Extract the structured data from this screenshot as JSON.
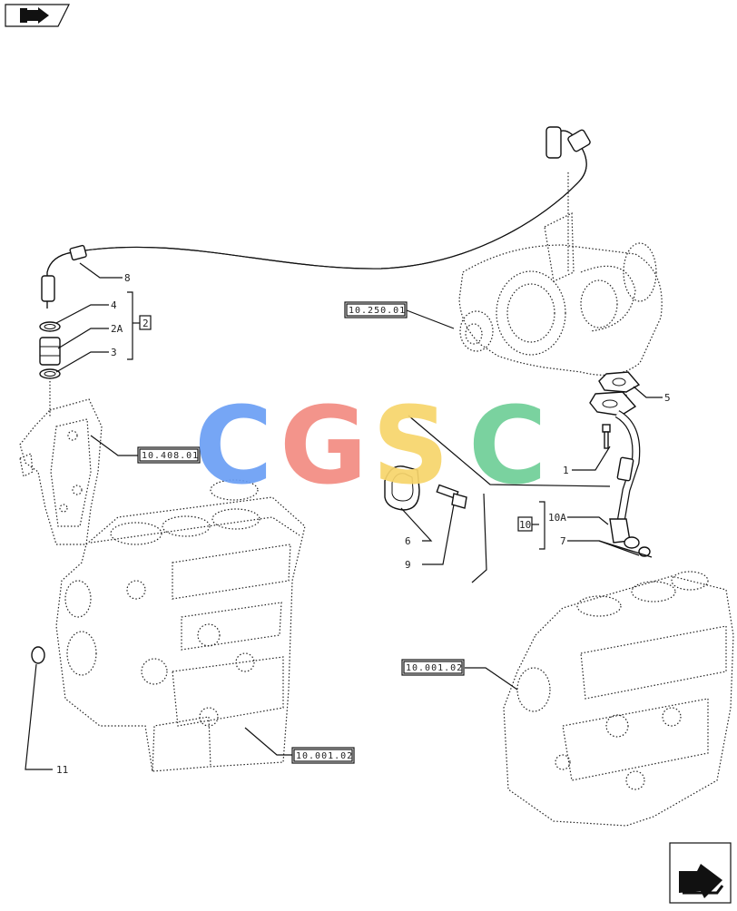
{
  "watermark": {
    "letters": [
      "C",
      "G",
      "S",
      "C"
    ],
    "colors": [
      "#6b9ff5",
      "#f28b82",
      "#f7d56b",
      "#6fcf97"
    ]
  },
  "icons": {
    "top_left": "book-arrow-icon",
    "bottom_right": "next-page-arrow-icon"
  },
  "reference_boxes": [
    "10.250.01",
    "10.408.01",
    "10.001.02",
    "10.001.02"
  ],
  "callouts": {
    "c1": "1",
    "c2": "2",
    "c2a": "2A",
    "c3": "3",
    "c4": "4",
    "c5": "5",
    "c6": "6",
    "c7": "7",
    "c8": "8",
    "c9": "9",
    "c10": "10",
    "c10a": "10A",
    "c11": "11"
  }
}
